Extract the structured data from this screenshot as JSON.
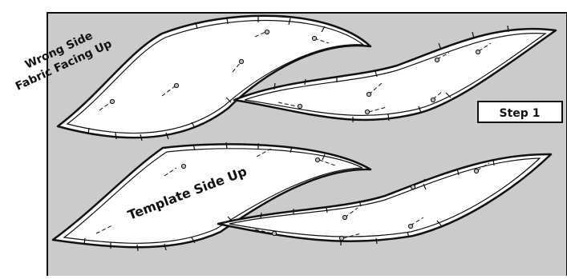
{
  "labels": {
    "wrong_side_line1": "Wrong Side",
    "wrong_side_line2": "Fabric Facing Up",
    "template_side": "Template Side Up",
    "step": "Step 1"
  },
  "colors": {
    "panel": "#cbcbcb",
    "piece_fill": "#ffffff",
    "outline": "#111111"
  }
}
